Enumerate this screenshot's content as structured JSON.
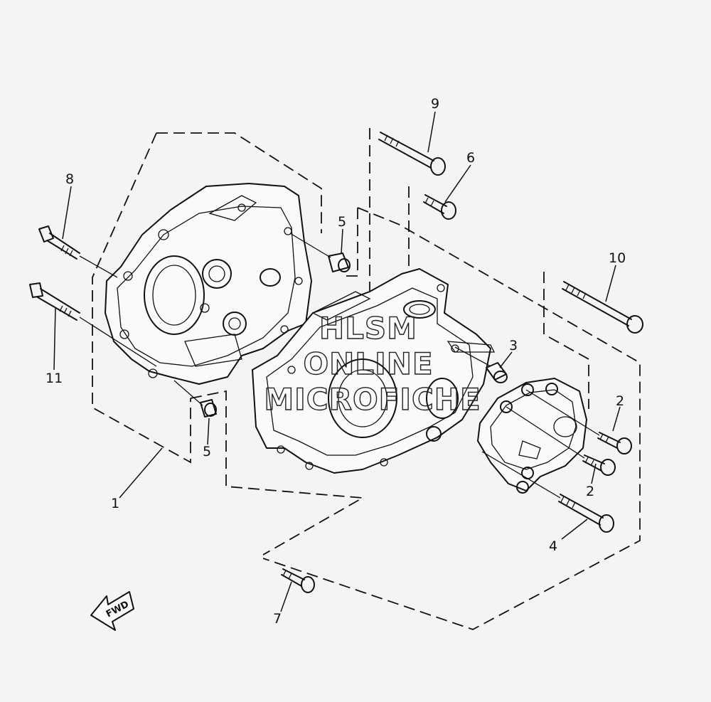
{
  "diagram": {
    "callouts": {
      "c1": "1",
      "c2a": "2",
      "c2b": "2",
      "c3": "3",
      "c4": "4",
      "c5a": "5",
      "c5b": "5",
      "c6": "6",
      "c7": "7",
      "c8": "8",
      "c9": "9",
      "c10": "10",
      "c11": "11"
    },
    "direction_label": "FWD",
    "watermark": {
      "line1": "HLSM",
      "line2": "ONLINE",
      "line3": "MICROFICHE"
    }
  }
}
